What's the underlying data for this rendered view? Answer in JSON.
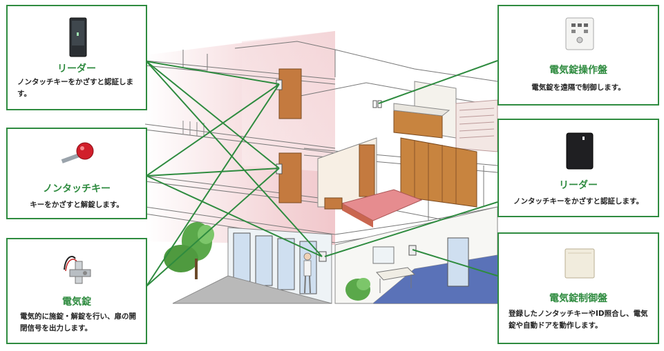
{
  "left_cards": [
    {
      "title": "リーダー",
      "description": "ノンタッチキーをかざすと認証します。"
    },
    {
      "title": "ノンタッチキー",
      "description": "キーをかざすと解錠します。"
    },
    {
      "title": "電気錠",
      "description": "電気的に施錠・解錠を行い、扉の開閉信号を出力します。"
    }
  ],
  "right_cards": [
    {
      "title": "電気錠操作盤",
      "description": "電気錠を遠隔で制御します。"
    },
    {
      "title": "リーダー",
      "description": "ノンタッチキーをかざすと認証します。"
    },
    {
      "title": "電気錠制御盤",
      "description": "登録したノンタッチキーやID照合し、電気錠や自動ドアを動作します。"
    }
  ],
  "colors": {
    "accent": "#2e8b3f",
    "wall_pink": "#f3d3d6",
    "floor_blue": "#5a72b8",
    "door_brown": "#b5703a"
  }
}
